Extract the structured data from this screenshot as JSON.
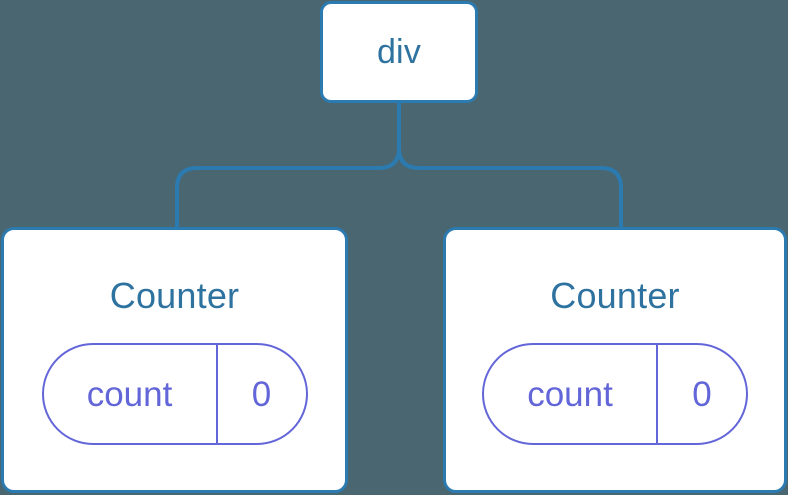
{
  "diagram": {
    "title": "component-tree",
    "background_color": "#4a6670",
    "node_border_color": "#2b7ab0",
    "node_fill_color": "#ffffff",
    "node_text_color": "#2e72a0",
    "connector_color": "#2b7ab0",
    "state_pill_color": "#6366d8",
    "root": {
      "label": "div"
    },
    "children": [
      {
        "label": "Counter",
        "state": {
          "key": "count",
          "value": "0"
        }
      },
      {
        "label": "Counter",
        "state": {
          "key": "count",
          "value": "0"
        }
      }
    ]
  }
}
